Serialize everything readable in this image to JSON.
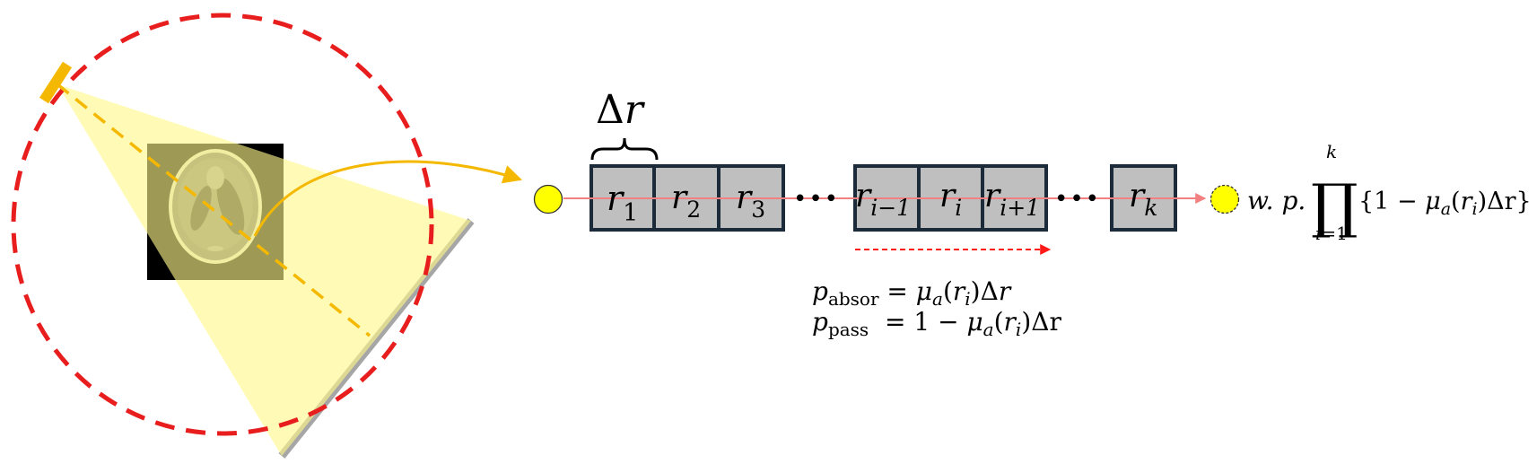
{
  "colors": {
    "orbit": "#e81d1d",
    "beam_fill": "#fff88a",
    "source": "#f5b800",
    "detector": "#a6a6a6",
    "ray_dash": "#f5b800",
    "voxel_fill": "#bfbfbf",
    "voxel_stroke": "#1b2b3a",
    "ray_line": "#f28080",
    "dash_arrow": "#ff1a1a",
    "photon": "#ffff00"
  },
  "icons": {
    "phantom": "shepp-logan-phantom-icon",
    "photon_start": "photon-dot-icon",
    "photon_end": "photon-dot-icon"
  },
  "labels": {
    "delta_r": "Δr",
    "bracket_symbol": "Δ",
    "bracket_var": "r",
    "voxels": [
      {
        "base": "r",
        "sub": "1"
      },
      {
        "base": "r",
        "sub": "2"
      },
      {
        "base": "r",
        "sub": "3"
      },
      {
        "base": "r",
        "sub": "i−1"
      },
      {
        "base": "r",
        "sub": "i"
      },
      {
        "base": "r",
        "sub": "i+1"
      },
      {
        "base": "r",
        "sub": "k"
      }
    ],
    "dots": "•••",
    "wp": "w. p.",
    "prod_symbol": "∏",
    "prod_upper": "k",
    "prod_lower": "i=1",
    "prod_term_open": "{1 − ",
    "prod_mu": "μ",
    "prod_mu_sub": "a",
    "prod_arg_open": "(",
    "prod_arg_r": "r",
    "prod_arg_sub": "i",
    "prod_arg_close": ")Δr}",
    "p_absor": {
      "p": "p",
      "sub": "absor",
      "eq": " = ",
      "mu": "μ",
      "mu_sub": "a",
      "open": "(",
      "r": "r",
      "r_sub": "i",
      "close": ")Δ",
      "tail": "r"
    },
    "p_pass": {
      "p": "p",
      "sub": "pass",
      "eq": "  = 1 − ",
      "mu": "μ",
      "mu_sub": "a",
      "open": "(",
      "r": "r",
      "r_sub": "i",
      "close": ")Δr"
    }
  }
}
